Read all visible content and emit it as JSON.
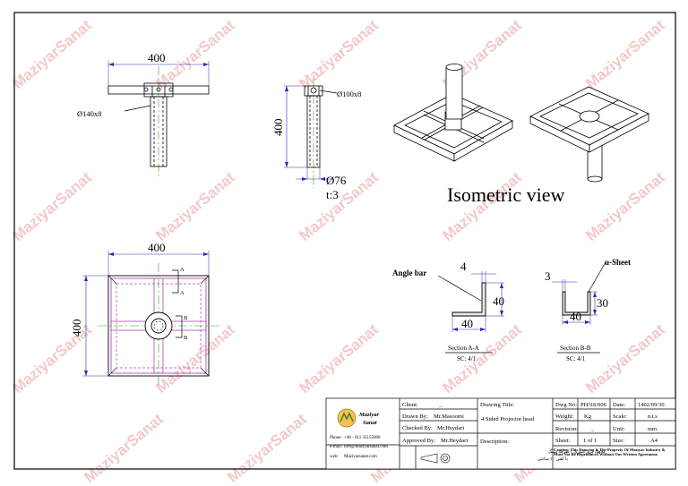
{
  "watermark": "MaziyarSanat",
  "views": {
    "front": {
      "width_dim": "400",
      "pipe_label": "Ø140x8"
    },
    "side": {
      "height_dim": "400",
      "top_label": "Ø100x8",
      "bottom_label": "Ø76",
      "thickness_label": "t:3"
    },
    "top": {
      "width_dim": "400",
      "height_dim": "400",
      "section_a": "A",
      "section_b": "B"
    },
    "isometric_title": "Isometric view"
  },
  "sections": {
    "a": {
      "callout": "Angle bar",
      "dim_thickness": "4",
      "dim_height": "40",
      "dim_width": "40",
      "title": "Section A-A",
      "scale": "SC: 4/1"
    },
    "b": {
      "callout": "u-Sheet",
      "dim_thickness": "3",
      "dim_height": "30",
      "dim_width": "40",
      "title": "Section B-B",
      "scale": "SC: 4/1"
    }
  },
  "title_block": {
    "logo_line1": "Maziyar",
    "logo_line2": "Sanat",
    "phone_label": "Phone:",
    "phone": "+98 - 011 35155000",
    "email_label": "e-mail:",
    "email": "info@maziyarsanat.com",
    "web_label": "web:",
    "web": "Maziyarsanat.com",
    "client_label": "Client:",
    "client_value": "_",
    "drawn_label": "Drawn By:",
    "drawn_value": "Mr.Masoomi",
    "checked_label": "Checked By:",
    "checked_value": "Mr.Heydari",
    "approved_label": "Approved By:",
    "approved_value": "Mr.Heydari",
    "drawing_title_label": "Drawing Title:",
    "drawing_title": "4 Sided Projector head",
    "description_label": "Description:",
    "description_line1": "کلاهک پروژکتوری ۱ طرفه سنگ",
    "description_line2": "با کفی ۱۰ سانتی",
    "dwg_no_label": "Dwg No:",
    "dwg_no": "PH/SS/006",
    "date_label": "Date:",
    "date": "1402/09/30",
    "weight_label": "Weight:",
    "weight_unit": "Kg",
    "scale_label": "Scale:",
    "scale": "n.t.s",
    "revision_label": "Revision:",
    "revision": "_",
    "unit_label": "Unit:",
    "unit": "mm",
    "sheet_label": "Sheet:",
    "sheet": "1 of 1",
    "size_label": "Size:",
    "size": "A4",
    "caution": "Caution: This Drawing Is The Property Of Maziyar Industry & Must Not Be Reproduced Without Our Written Agreement."
  }
}
